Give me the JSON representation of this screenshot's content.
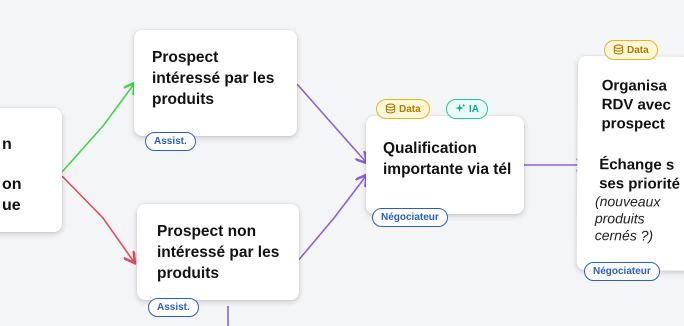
{
  "colors": {
    "edge_green": "#3ed84a",
    "edge_red": "#e84a5a",
    "edge_purple": "#8a5fe0",
    "role_blue": "#2a5bd7",
    "data_gold": "#e7b524",
    "ia_teal": "#27c3a8"
  },
  "left_card": {
    "line1": "n",
    "line2": "on",
    "line3": "ue"
  },
  "card_interested": {
    "title": "Prospect intéressé par les produits",
    "role": "Assist."
  },
  "card_not_interested": {
    "title": "Prospect non intéressé par les produits",
    "role": "Assist."
  },
  "card_qualification": {
    "title": "Qualification importante via tél",
    "role": "Négociateur",
    "tag_data": "Data",
    "tag_ia": "IA",
    "tag_data_icon": "database-icon",
    "tag_ia_icon": "sparkle-icon"
  },
  "card_rdv": {
    "title": "Organisa RDV avec prospect",
    "subtitle": "Échange s ses priorité",
    "italic": "(nouveaux produits cernés ?)",
    "role": "Négociateur",
    "tag_data": "Data",
    "tag_data_icon": "database-icon"
  }
}
